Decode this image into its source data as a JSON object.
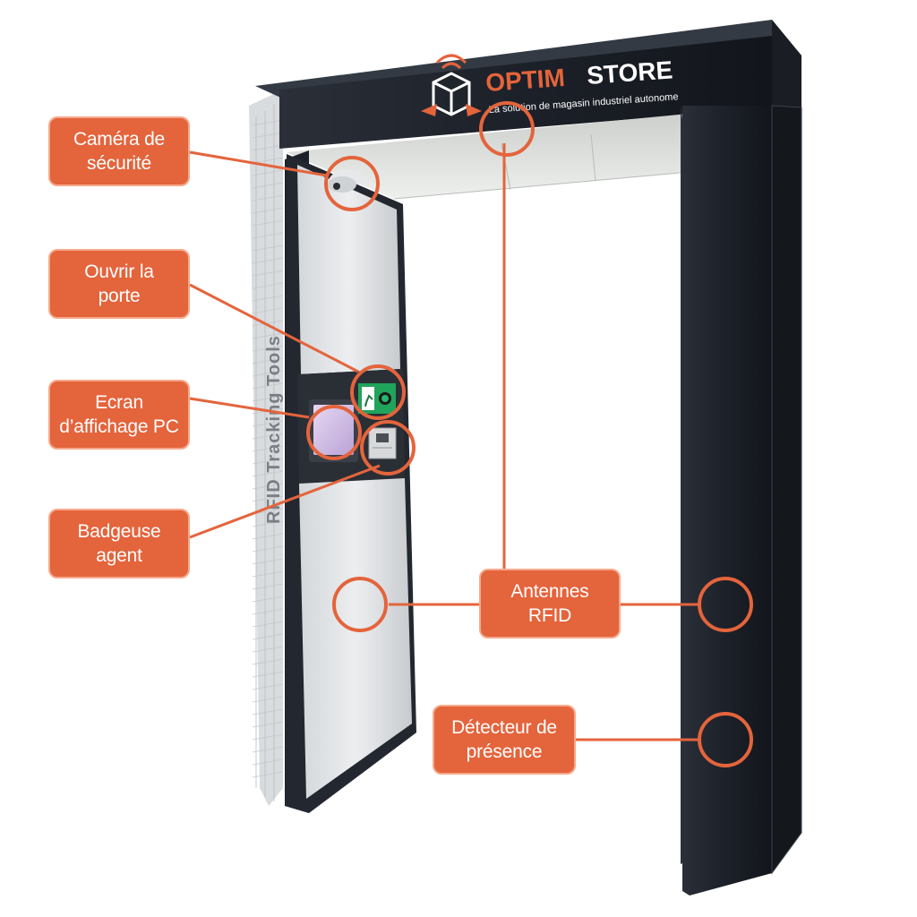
{
  "brand": {
    "name_part1": "OPTIM",
    "name_part2": "STORE",
    "tagline": "La solution de magasin industriel autonome"
  },
  "side_text": "RFID Tracking Tools",
  "colors": {
    "accent": "#e4643c",
    "frame": "#1f232c",
    "panel": "#e6e8ea"
  },
  "callouts": {
    "camera": {
      "line1": "Caméra de",
      "line2": "sécurité"
    },
    "door": {
      "line1": "Ouvrir la",
      "line2": "porte"
    },
    "screen": {
      "line1": "Ecran",
      "line2": "d’affichage PC"
    },
    "badge": {
      "line1": "Badgeuse",
      "line2": "agent"
    },
    "antennas": {
      "line1": "Antennes",
      "line2": "RFID"
    },
    "presence": {
      "line1": "Détecteur de",
      "line2": "présence"
    }
  },
  "icons": [
    "wifi-box-logo-icon",
    "security-camera-icon",
    "exit-door-icon",
    "badge-reader-icon"
  ]
}
